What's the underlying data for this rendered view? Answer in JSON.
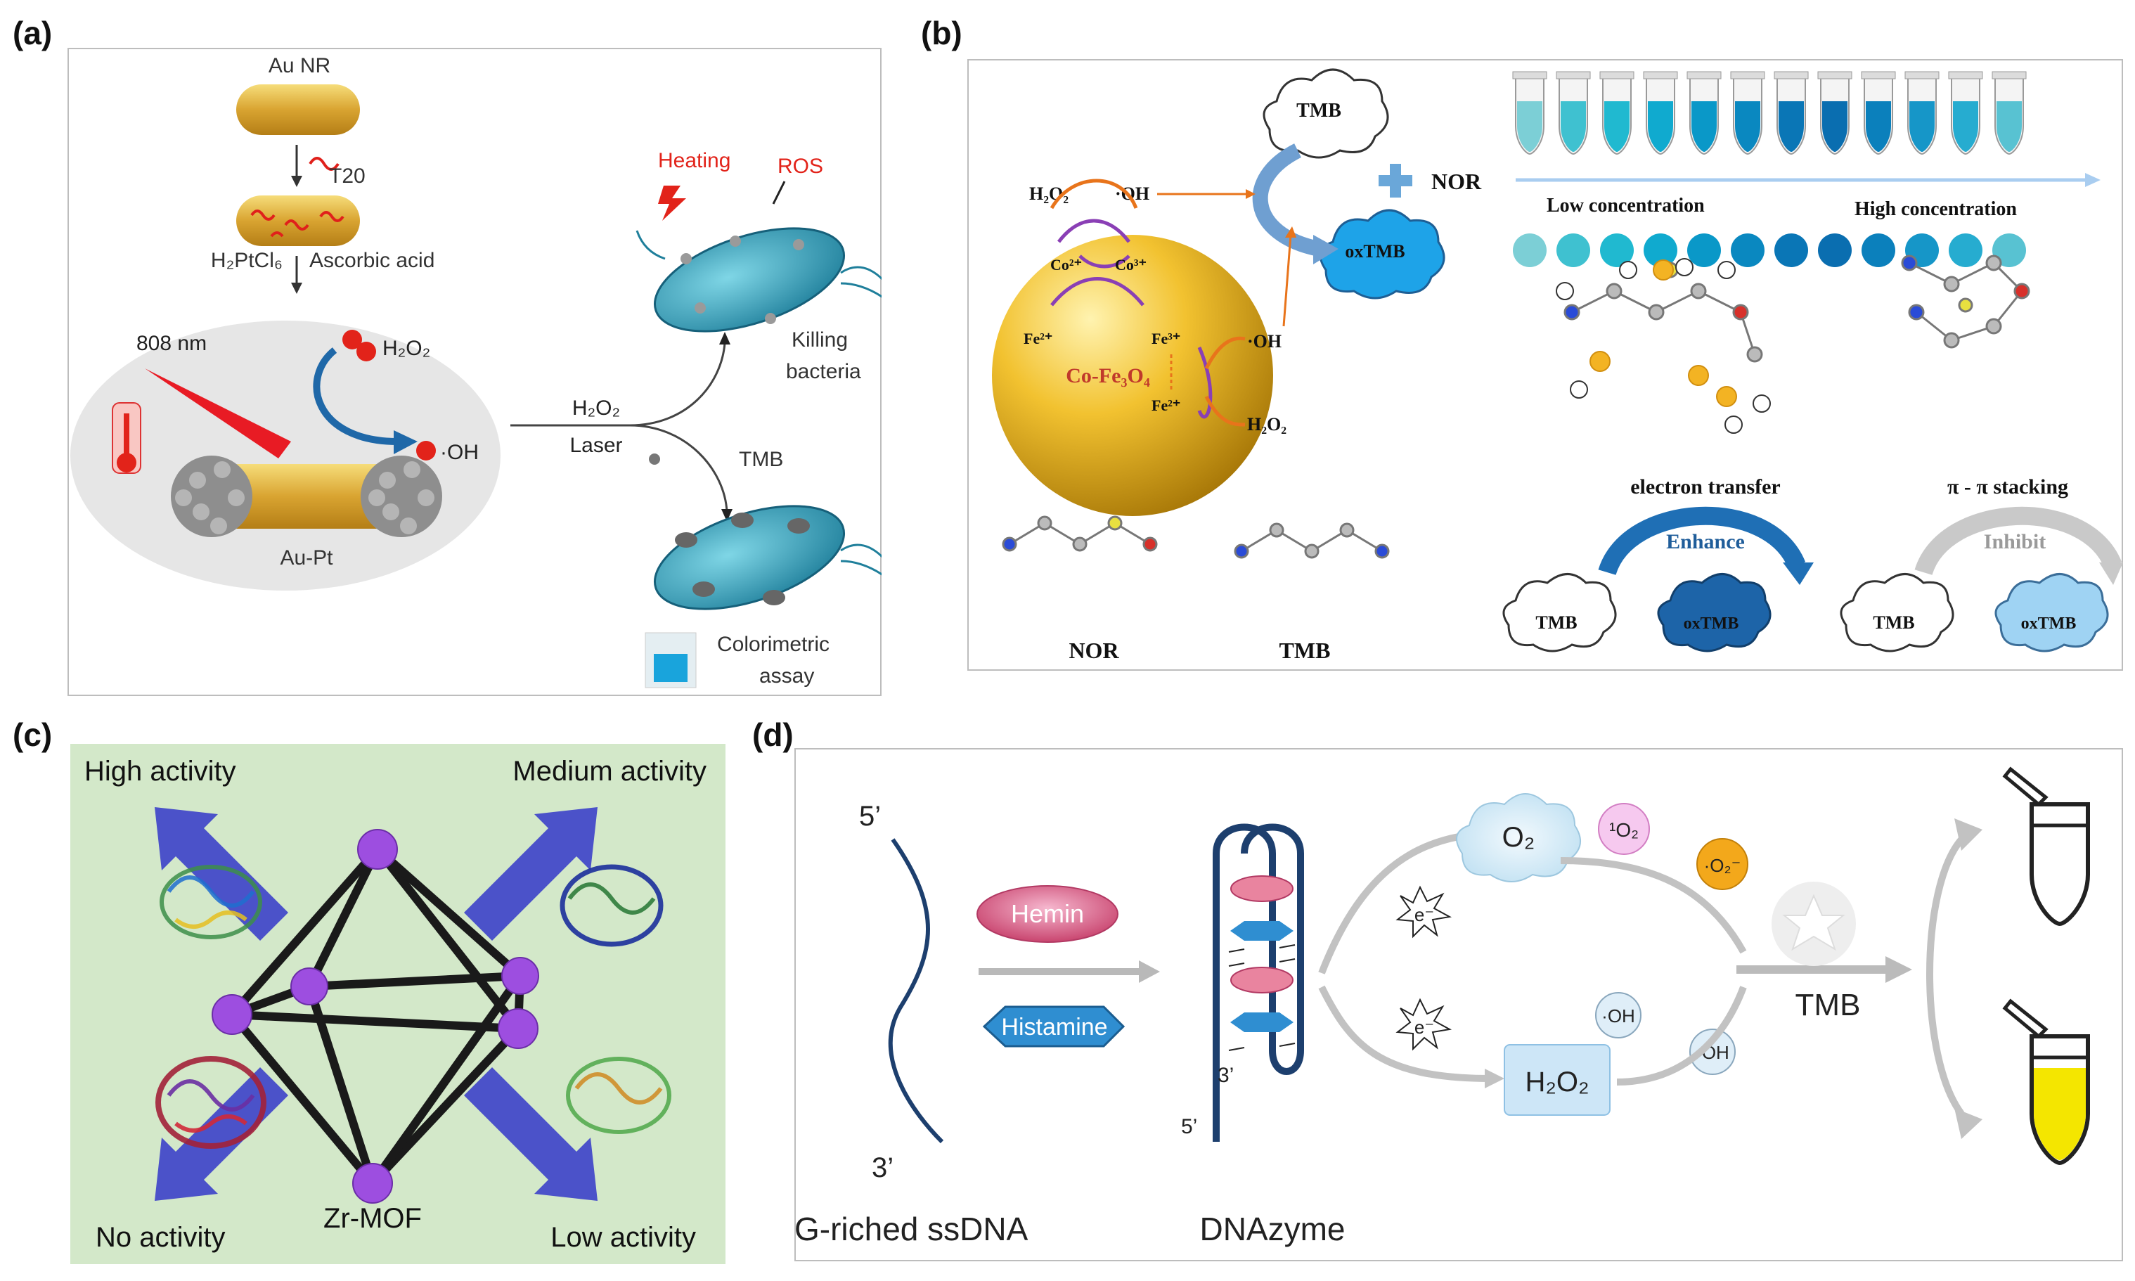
{
  "panels": {
    "a": {
      "letter": "(a)",
      "au_nr": "Au NR",
      "t20": "T20",
      "h2ptcl6": "H₂PtCl₆",
      "ascorbic": "Ascorbic acid",
      "laser_nm": "808 nm",
      "h2o2": "H₂O₂",
      "oh": "·OH",
      "aupt": "Au-Pt",
      "arrow_h2o2": "H₂O₂",
      "arrow_laser": "Laser",
      "heating": "Heating",
      "ros": "ROS",
      "killing_1": "Killing",
      "killing_2": "bacteria",
      "tmb": "TMB",
      "colorimetric_1": "Colorimetric",
      "colorimetric_2": "assay"
    },
    "b": {
      "letter": "(b)",
      "tmb_cloud": "TMB",
      "oxtmb_cloud": "oxTMB",
      "h2o2_left": "H₂O₂",
      "oh_left": "·OH",
      "co2": "Co²⁺",
      "co3": "Co³⁺",
      "fe2": "Fe²⁺",
      "fe3": "Fe³⁺",
      "fe2b": "Fe²⁺",
      "oh_right": "·OH",
      "h2o2_right": "H₂O₂",
      "cofe": "Co-Fe₃O₄",
      "nor_plus": "NOR",
      "low_conc": "Low concentration",
      "high_conc": "High concentration",
      "electron_transfer": "electron transfer",
      "pi_stacking": "π - π stacking",
      "enhance": "Enhance",
      "inhibit": "Inhibit",
      "tmb_l": "TMB",
      "oxtmb_l": "oxTMB",
      "tmb_r": "TMB",
      "oxtmb_r": "oxTMB",
      "nor_label": "NOR",
      "tmb_label": "TMB"
    },
    "c": {
      "letter": "(c)",
      "high": "High activity",
      "medium": "Medium activity",
      "no": "No activity",
      "low": "Low activity",
      "zr": "Zr-MOF"
    },
    "d": {
      "letter": "(d)",
      "five_prime_top": "5’",
      "three_prime_bottom": "3’",
      "hemin": "Hemin",
      "histamine": "Histamine",
      "three_prime_dz": "3’",
      "five_prime_dz": "5’",
      "o2": "O₂",
      "singlet": "¹O₂",
      "superoxide": "·O₂⁻",
      "h2o2": "H₂O₂",
      "oh1": "·OH",
      "oh2": "·OH",
      "electron": "e⁻",
      "tmb": "TMB",
      "ssdna": "G-riched ssDNA",
      "dnazyme": "DNAzyme"
    }
  },
  "colors": {
    "tmb_gradient": [
      "#7ccfd6",
      "#3fc1d0",
      "#20b9d0",
      "#10aacf",
      "#0a98c8",
      "#0a88c0",
      "#0a76b6",
      "#0a6eb0",
      "#0b80bc",
      "#1696c8",
      "#26acd0",
      "#58c2d2"
    ]
  }
}
